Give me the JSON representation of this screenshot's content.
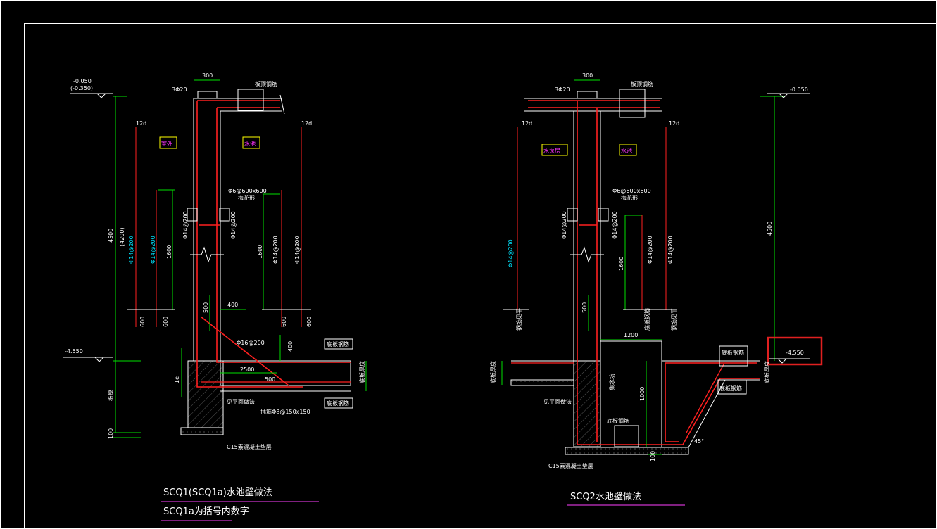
{
  "colors": {
    "background": "#000000",
    "frame": "#ffffff",
    "rebar": "#ff2020",
    "dimension": "#00e000",
    "rebar_label": "#00e5ff",
    "room_label": "#ff33ff",
    "room_box": "#ffff00",
    "title_underline": "#cc33cc",
    "highlight": "#e02020",
    "text": "#ffffff"
  },
  "left_detail": {
    "dim_top_width": "300",
    "top_bars": "3Φ20",
    "top_note": "板顶钢筋",
    "elev_top": "-0.050",
    "elev_top_alt": "(-0.350)",
    "anchor_left": "12d",
    "anchor_right": "12d",
    "room_left": "室外",
    "room_right": "水池",
    "tie_bar": "Φ6@600x600",
    "tie_note": "梅花形",
    "height_dim": "4500",
    "height_dim_alt": "(4200)",
    "bar_v1": "Φ14@200",
    "bar_v2": "Φ14@200",
    "bar_v3": "Φ14@200",
    "bar_v4": "Φ14@200",
    "bar_v5": "Φ14@200",
    "len_1600_a": "1600",
    "len_1600_b": "1600",
    "len_600_a": "600",
    "len_600_b": "600",
    "len_600_c": "600",
    "len_600_d": "600",
    "dim_500": "500",
    "dim_400_a": "400",
    "dim_400_b": "400",
    "hook_bar": "Φ16@200",
    "dim_2500": "2500",
    "dim_500_b": "500",
    "dim_1e": "1e",
    "elev_bottom": "-4.550",
    "note_slab_top": "底板钢筋",
    "note_slab_bot": "底板钢筋",
    "note_thick": "底板厚度",
    "note_waterproof": "见平面做法",
    "note_dowel": "插筋Φ8@150x150",
    "note_cushion": "C15素混凝土垫层",
    "note_depth": "板厚",
    "dim_100": "100"
  },
  "right_detail": {
    "dim_top_width": "300",
    "top_bars": "3Φ20",
    "top_note": "板顶钢筋",
    "elev_top": "-0.050",
    "anchor_left": "12d",
    "anchor_right": "12d",
    "room_left": "水泵房",
    "room_right": "水池",
    "tie_bar": "Φ6@600x600",
    "tie_note": "梅花形",
    "height_dim": "4500",
    "bar_v1": "Φ14@200",
    "bar_v2": "Φ14@200",
    "bar_v3": "Φ14@200",
    "bar_v4": "Φ14@200",
    "bar_v5": "Φ14@200",
    "len_1600": "1600",
    "dim_500": "500",
    "dim_1200": "1200",
    "dim_1000": "1000",
    "pit_label": "集水坑",
    "note_slab_top": "底板钢筋",
    "note_slab_bot": "底板钢筋",
    "note_thick_l": "底板厚度",
    "note_thick_r": "底板厚度",
    "note_sump_bars": "底板钢筋",
    "note_waterproof": "见平面做法",
    "elev_bottom": "-4.550",
    "angle": "45°",
    "note_cushion": "C15素混凝土垫层",
    "dim_100": "100",
    "note_side_l1": "钢筋见平",
    "note_side_l2": "钢筋见平",
    "note_side_r": "底板钢筋"
  },
  "titles": {
    "left_title": "SCQ1(SCQ1a)水池壁做法",
    "left_subtitle": "SCQ1a为括号内数字",
    "right_title": "SCQ2水池壁做法"
  }
}
